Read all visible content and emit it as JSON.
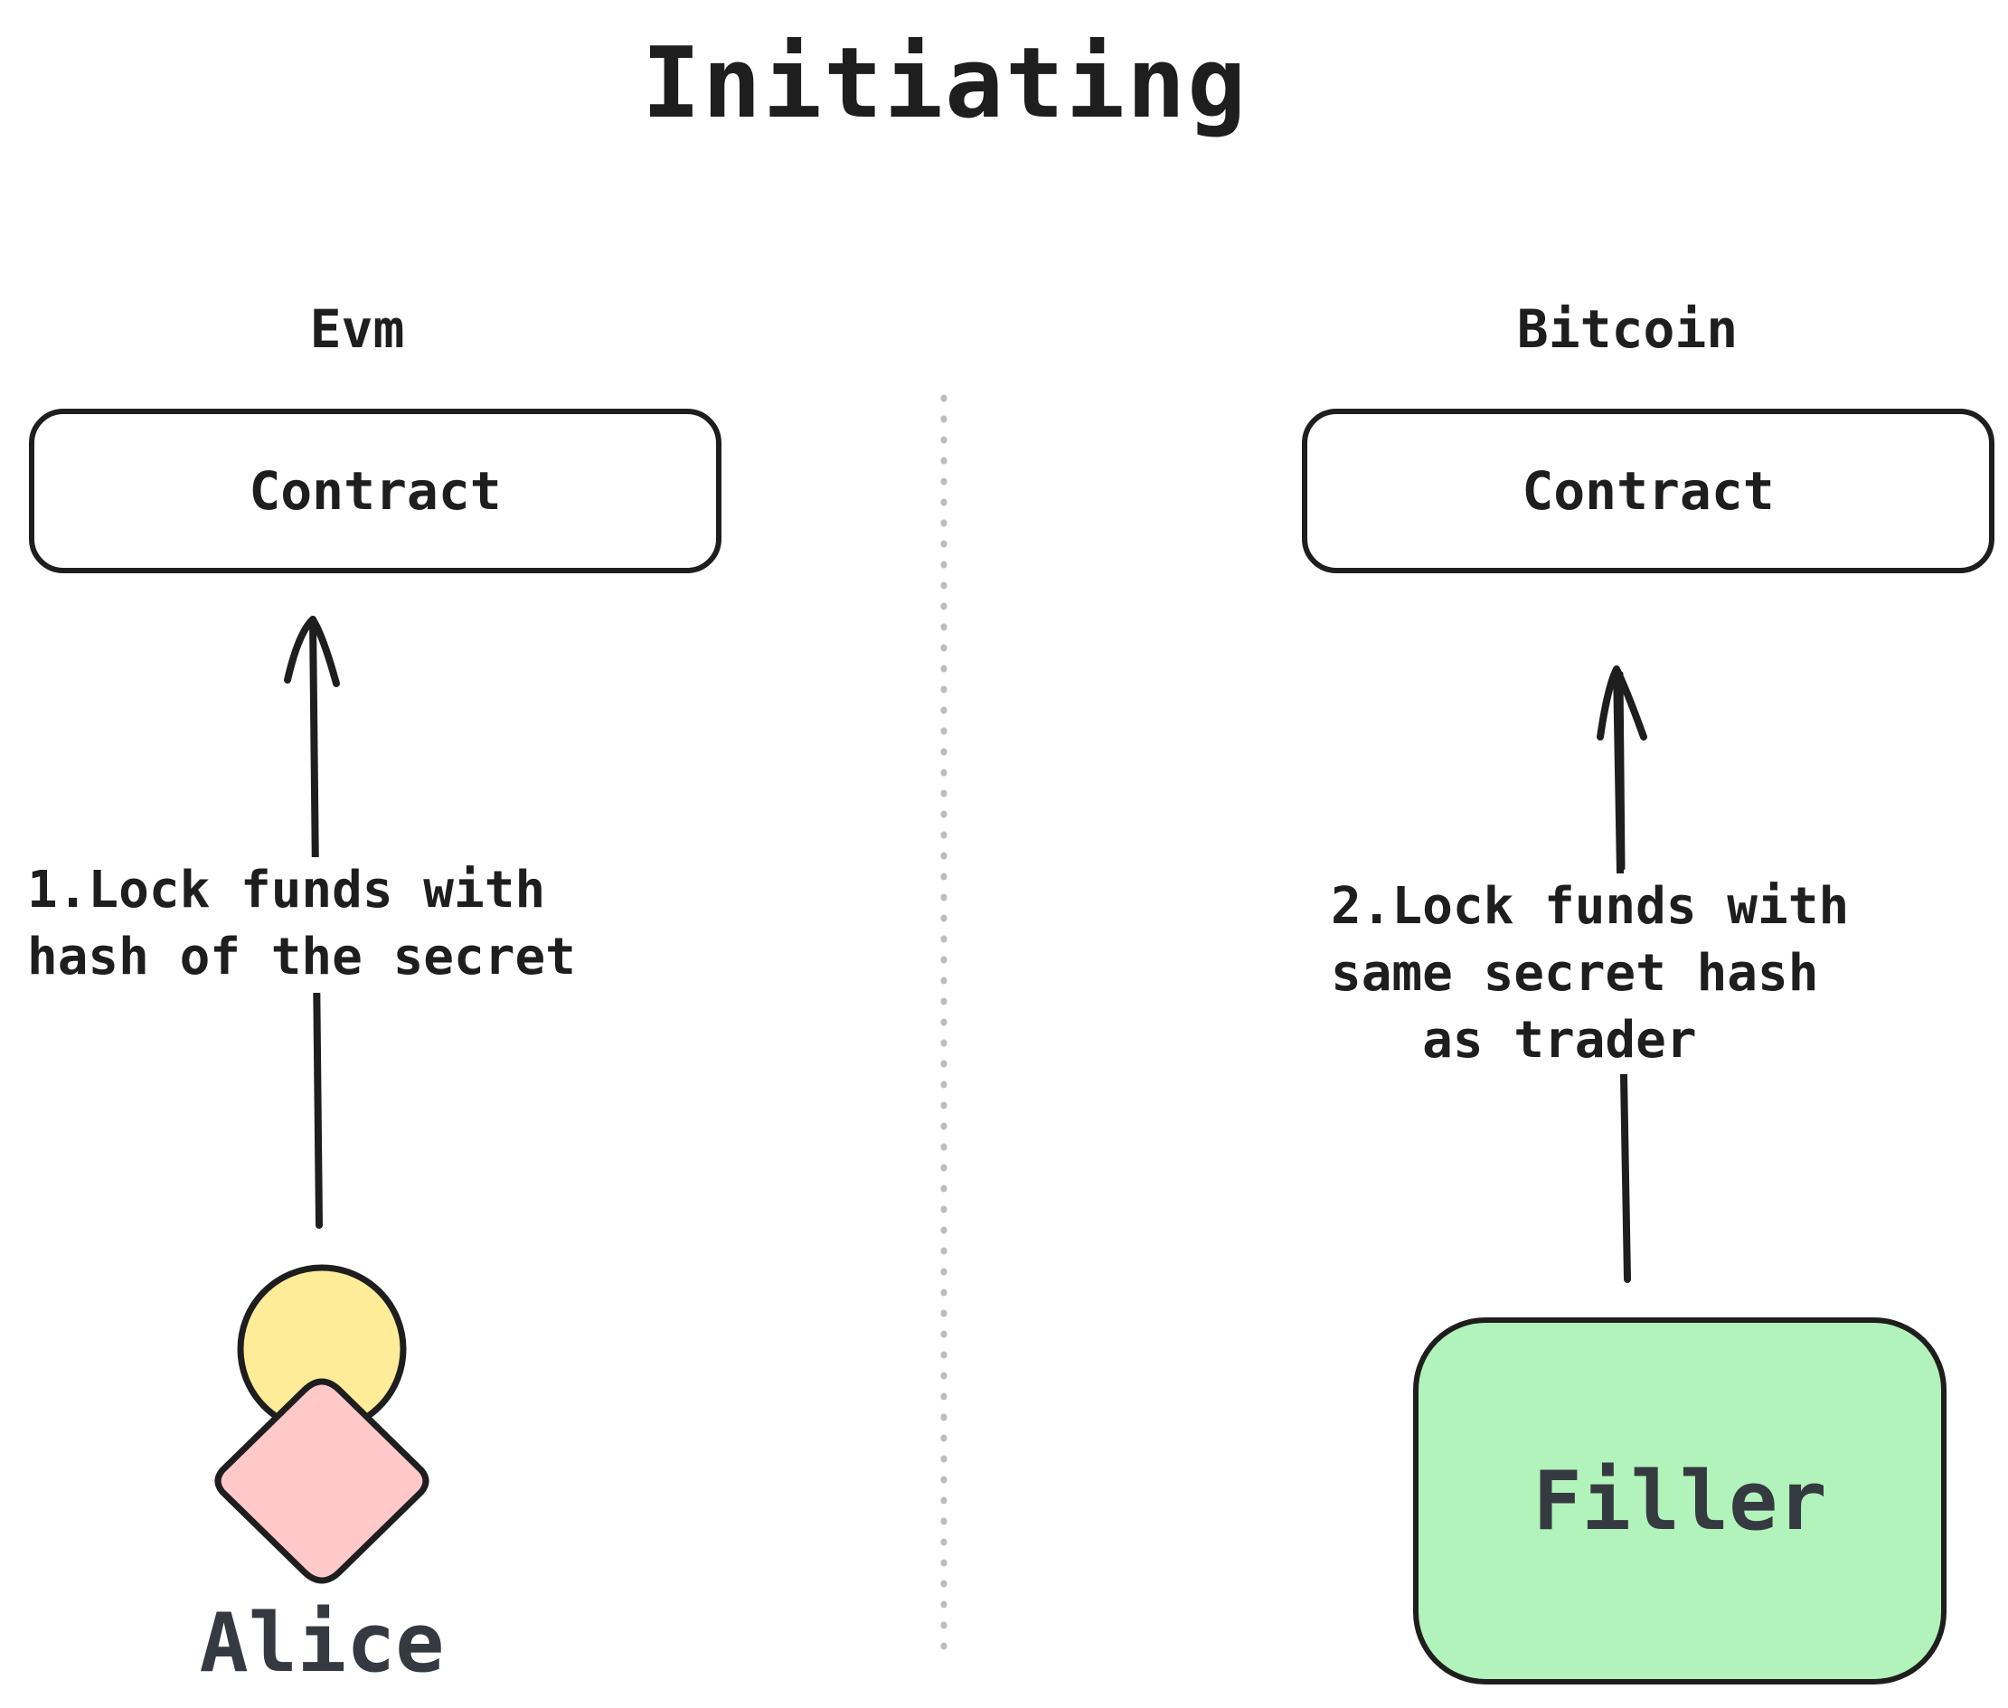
{
  "title": "Initiating",
  "left": {
    "chain_label": "Evm",
    "contract_label": "Contract",
    "step_label": "1.Lock funds with\nhash of the secret",
    "actor_name": "Alice"
  },
  "right": {
    "chain_label": "Bitcoin",
    "contract_label": "Contract",
    "step_label": "2.Lock funds with\nsame secret hash\n   as trader",
    "actor_name": "Filler"
  },
  "colors": {
    "stroke": "#1e1e1e",
    "actor_head": "#ffec99",
    "actor_body": "#ffc9c9",
    "filler_fill": "#b2f2bb",
    "divider": "#bdbdbd"
  }
}
